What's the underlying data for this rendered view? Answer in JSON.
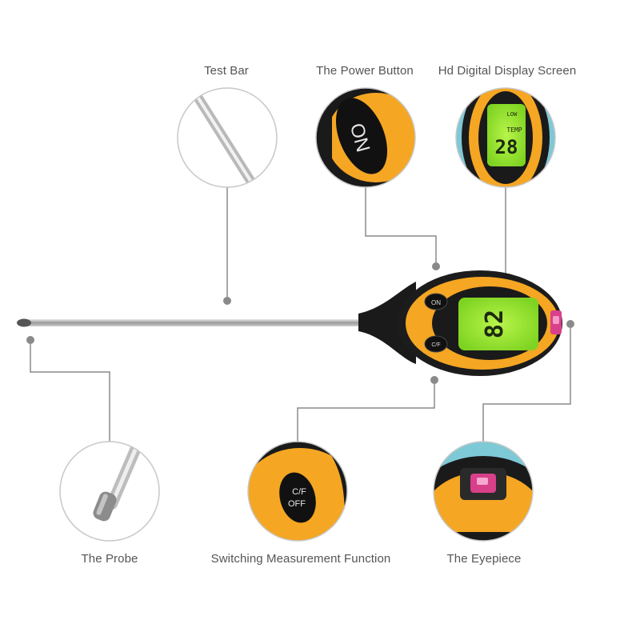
{
  "callouts": {
    "test_bar": "Test Bar",
    "power_button": "The Power Button",
    "display_screen": "Hd Digital Display Screen",
    "probe": "The Probe",
    "switching": "Switching Measurement Function",
    "eyepiece": "The Eyepiece"
  },
  "device": {
    "power_button_label": "ON",
    "function_button_label": "C/F OFF",
    "lcd_reading": "28",
    "lcd_unit_label": "TEMP",
    "lcd_top_label": "LOW"
  },
  "colors": {
    "body_orange": "#f5a623",
    "body_black": "#1a1a1a",
    "lcd_green": "#9ee63a",
    "leader_line": "#8a8a8a",
    "circle_border": "#c8c8c8",
    "eyepiece_red": "#d8408a"
  }
}
